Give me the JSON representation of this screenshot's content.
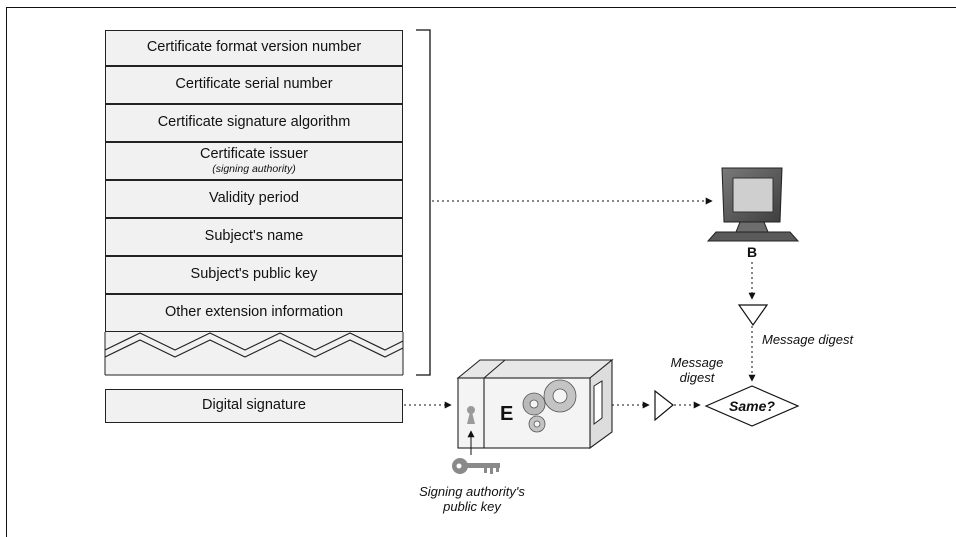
{
  "certificate": {
    "fields": [
      {
        "label": "Certificate format version number"
      },
      {
        "label": "Certificate serial number"
      },
      {
        "label": "Certificate signature algorithm"
      },
      {
        "label": "Certificate issuer",
        "sublabel": "(signing authority)"
      },
      {
        "label": "Validity period"
      },
      {
        "label": "Subject's name"
      },
      {
        "label": "Subject's public key"
      },
      {
        "label": "Other extension information"
      }
    ],
    "signature_label": "Digital signature"
  },
  "computer": {
    "label": "B",
    "icon": "computer-icon"
  },
  "engine": {
    "label": "E",
    "icon": "gears-icon"
  },
  "labels": {
    "message_digest_right": "Message digest",
    "message_digest_left_line1": "Message",
    "message_digest_left_line2": "digest",
    "compare": "Same?",
    "key_line1": "Signing authority's",
    "key_line2": "public key"
  }
}
